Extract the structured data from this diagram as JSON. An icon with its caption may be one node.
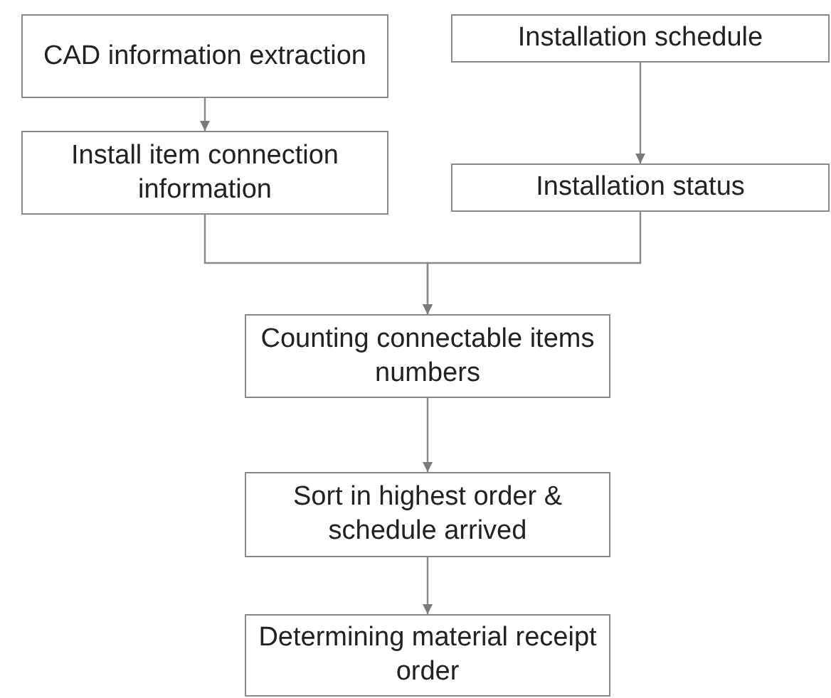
{
  "diagram": {
    "nodes": [
      {
        "text": [
          "CAD information extraction"
        ]
      },
      {
        "text": [
          "Install item connection information"
        ]
      },
      {
        "text": [
          "Installation schedule"
        ]
      },
      {
        "text": [
          "Installation status"
        ]
      },
      {
        "text": [
          "Counting connectable items numbers"
        ]
      },
      {
        "text": [
          "Sort in highest order & schedule arrived"
        ]
      },
      {
        "text": [
          "Determining material receipt order"
        ]
      }
    ],
    "edges": [
      {
        "from": 0,
        "to": 1,
        "arrow": "to"
      },
      {
        "from": 2,
        "to": 3,
        "arrow": "to"
      },
      {
        "from": 1,
        "to": 4,
        "arrow": "to"
      },
      {
        "from": 3,
        "to": 4,
        "arrow": "to"
      },
      {
        "from": 4,
        "to": 5,
        "arrow": "to"
      },
      {
        "from": 5,
        "to": 6,
        "arrow": "to"
      }
    ]
  }
}
